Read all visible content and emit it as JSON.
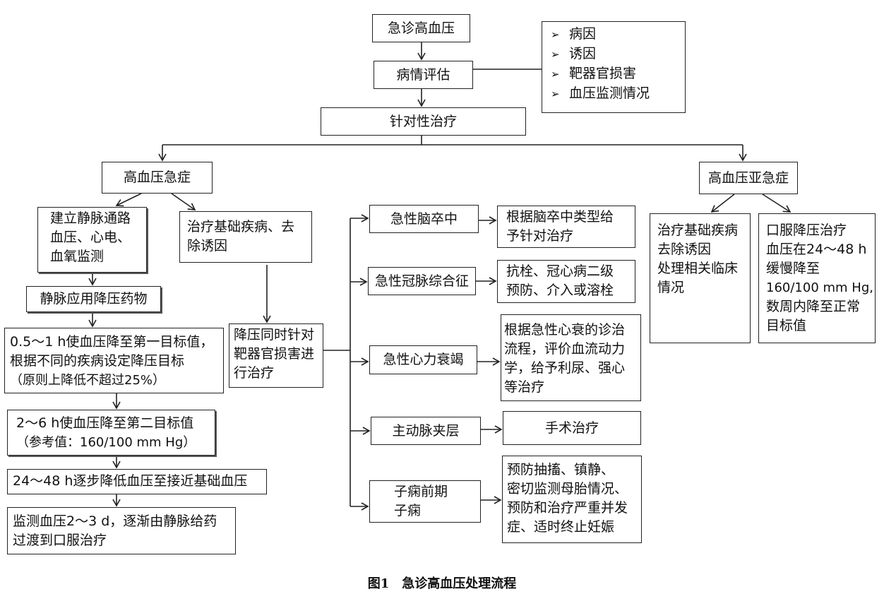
{
  "top": {
    "start": "急诊高血压",
    "assess": "病情评估",
    "assess_items": [
      "病因",
      "诱因",
      "靶器官损害",
      "血压监测情况"
    ],
    "targeted": "针对性治疗"
  },
  "left": {
    "emergency": "高血压急症",
    "iv_monitor": [
      "建立静脉通路",
      "血压、心电、",
      "血氧监测"
    ],
    "treat_base": [
      "治疗基础疾病、去",
      "除诱因"
    ],
    "iv_drugs": "静脉应用降压药物",
    "step1": [
      "0.5～1 h使血压降至第一目标值，",
      "根据不同的疾病设定降压目标",
      "（原则上降低不超过25%）"
    ],
    "step2": [
      "2～6 h使血压降至第二目标值",
      "（参考值：160/100 mm Hg）"
    ],
    "step3": "24～48 h逐步降低血压至接近基础血压",
    "step4": [
      "监测血压2～3 d，逐渐由静脉给药",
      "过渡到口服治疗"
    ],
    "organ": [
      "降压同时针对",
      "靶器官损害进",
      "行治疗"
    ]
  },
  "conditions": [
    {
      "name": [
        "急性脑卒中"
      ],
      "treatment": [
        "根据脑卒中类型给",
        "予针对治疗"
      ]
    },
    {
      "name": [
        "急性冠脉综合征"
      ],
      "treatment": [
        "抗栓、冠心病二级",
        "预防、介入或溶栓"
      ]
    },
    {
      "name": [
        "急性心力衰竭"
      ],
      "treatment": [
        "根据急性心衰的诊治",
        "流程，评价血流动力",
        "学，给予利尿、强心",
        "等治疗"
      ]
    },
    {
      "name": [
        "主动脉夹层"
      ],
      "treatment": [
        "手术治疗"
      ]
    },
    {
      "name": [
        "子痫前期",
        "子痫"
      ],
      "treatment": [
        "预防抽搐、镇静、",
        "密切监测母胎情况、",
        "预防和治疗严重并发",
        "症、适时终止妊娠"
      ]
    }
  ],
  "right": {
    "urgency": "高血压亚急症",
    "left_box": [
      "治疗基础疾病",
      "去除诱因",
      "处理相关临床",
      "情况"
    ],
    "right_box": [
      "口服降压治疗",
      "血压在24～48 h",
      "缓慢降至",
      "160/100 mm Hg,",
      "数周内降至正常",
      "目标值"
    ]
  },
  "caption": "图1　急诊高血压处理流程",
  "colors": {
    "line": "#222222",
    "background": "#ffffff"
  }
}
